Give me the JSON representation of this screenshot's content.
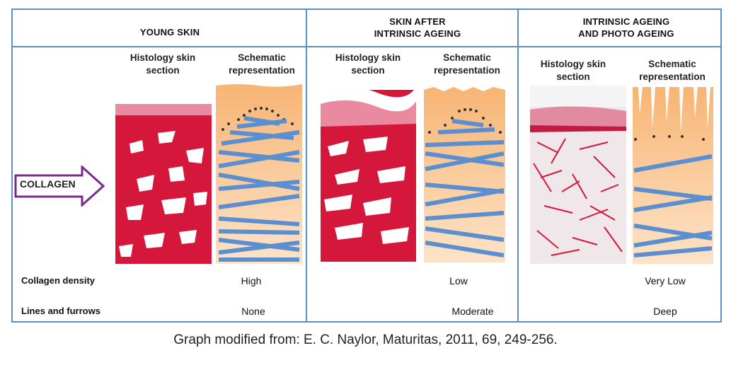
{
  "columns": [
    {
      "title_line1": "YOUNG SKIN",
      "title_line2": ""
    },
    {
      "title_line1": "SKIN AFTER",
      "title_line2": "INTRINSIC AGEING"
    },
    {
      "title_line1": "INTRINSIC AGEING",
      "title_line2": "AND PHOTO AGEING"
    }
  ],
  "panels": {
    "histology_line1": "Histology skin",
    "histology_line2": "section",
    "schematic_line1": "Schematic",
    "schematic_line2": "representation"
  },
  "arrow_label": "COLLAGEN",
  "rows": [
    {
      "label": "Collagen density",
      "values": [
        "High",
        "Low",
        "Very Low"
      ]
    },
    {
      "label": "Lines and furrows",
      "values": [
        "None",
        "Moderate",
        "Deep"
      ]
    }
  ],
  "caption": "Graph modified from: E. C. Naylor, Maturitas, 2011, 69, 249-256.",
  "colors": {
    "border": "#5b8fc8",
    "collagen_fiber": "#5b8fd0",
    "schematic_top": "#f7b574",
    "schematic_bottom": "#fde3c8",
    "histology_red": "#d4173b",
    "arrow_outline": "#7a2a8c"
  }
}
